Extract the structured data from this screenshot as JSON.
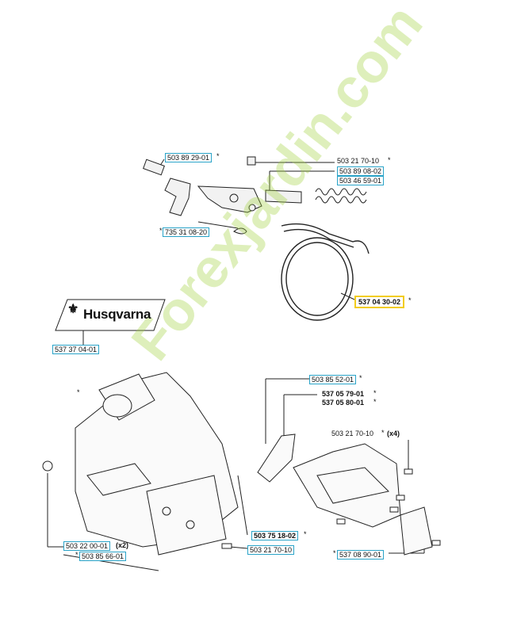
{
  "brand": "Husqvarna",
  "watermark": "Forexjardin.com",
  "labels": {
    "p1": "503 89 29-01",
    "p2": "503 21 70-10",
    "p3": "503 89 08-02",
    "p4": "503 46 59-01",
    "p5": "735 31 08-20",
    "p6": "537 04 30-02",
    "p7": "537 37 04-01",
    "p8": "503 85 52-01",
    "p9": "537 05 79-01",
    "p10": "537 05 80-01",
    "p11": "503 21 70-10",
    "p11q": "(x4)",
    "p12": "503 75 18-02",
    "p13": "503 22 00-01",
    "p13q": "(x2)",
    "p14": "503 85 66-01",
    "p15": "503 21 70-10",
    "p16": "537 08 90-01",
    "star": "*"
  },
  "colors": {
    "box_border": "#29a3c8",
    "highlight": "#f2cc1a",
    "watermark": "#a0d23c"
  }
}
